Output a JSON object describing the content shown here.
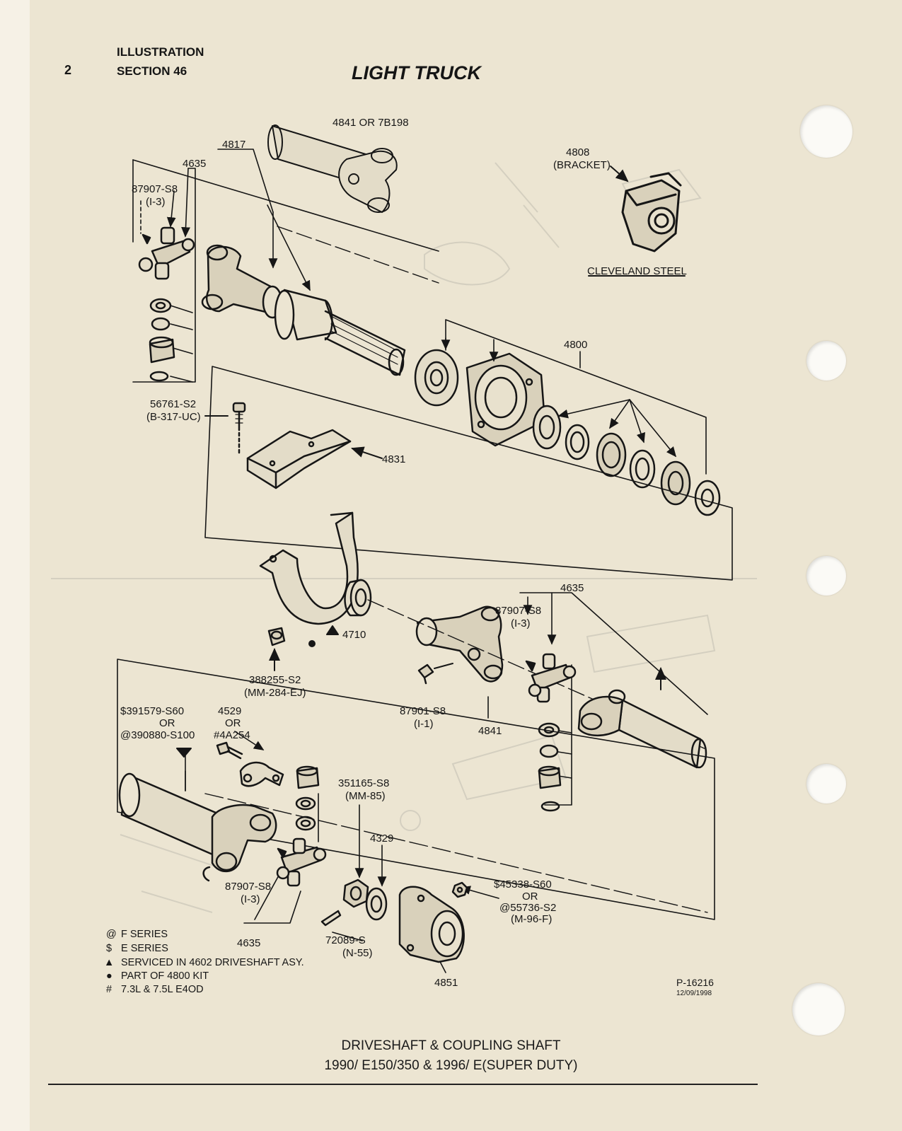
{
  "header": {
    "page_number": "2",
    "section_line1": "ILLUSTRATION",
    "section_line2": "SECTION 46",
    "title": "LIGHT TRUCK"
  },
  "labels": {
    "l4841_or_7b198": "4841 OR 7B198",
    "l4817": "4817",
    "l4635_top": "4635",
    "l87907_top": "87907-S8",
    "l87907_top_sub": "(I-3)",
    "l4808": "4808",
    "l4808_sub": "(BRACKET)",
    "cleveland": "CLEVELAND STEEL",
    "l4800": "4800",
    "l56761": "56761-S2",
    "l56761_sub": "(B-317-UC)",
    "l4831": "4831",
    "l4710": "4710",
    "l388255": "388255-S2",
    "l388255_sub": "(MM-284-EJ)",
    "l4635_mid": "4635",
    "l87907_mid": "87907-S8",
    "l87907_mid_sub": "(I-3)",
    "l87901": "87901-S8",
    "l87901_sub": "(I-1)",
    "l4841": "4841",
    "l391579": "$391579-S60",
    "l391579_or": "OR",
    "l390880": "@390880-S100",
    "l4529": "4529",
    "l4529_or": "OR",
    "l4a254": "#4A254",
    "l351165": "351165-S8",
    "l351165_sub": "(MM-85)",
    "l4329": "4329",
    "l87907_bot": "87907-S8",
    "l87907_bot_sub": "(I-3)",
    "l4635_bot": "4635",
    "l72089": "72089-S",
    "l72089_sub": "(N-55)",
    "l4851": "4851",
    "l45338": "$45338-S60",
    "l45338_or": "OR",
    "l55736": "@55736-S2",
    "l55736_sub": "(M-96-F)"
  },
  "legend": [
    {
      "symbol": "@",
      "text": "F SERIES"
    },
    {
      "symbol": "$",
      "text": "E SERIES"
    },
    {
      "symbol": "▲",
      "text": "SERVICED IN 4602 DRIVESHAFT ASY."
    },
    {
      "symbol": "●",
      "text": "PART OF 4800 KIT"
    },
    {
      "symbol": "#",
      "text": "7.3L & 7.5L E4OD"
    }
  ],
  "figure_id": "P-16216",
  "figure_date": "12/09/1998",
  "caption_line1": "DRIVESHAFT & COUPLING SHAFT",
  "caption_line2": "1990/ E150/350 & 1996/ E(SUPER DUTY)",
  "colors": {
    "paper": "#ece5d2",
    "ink": "#161616",
    "bleed": "#c9c5b8"
  }
}
